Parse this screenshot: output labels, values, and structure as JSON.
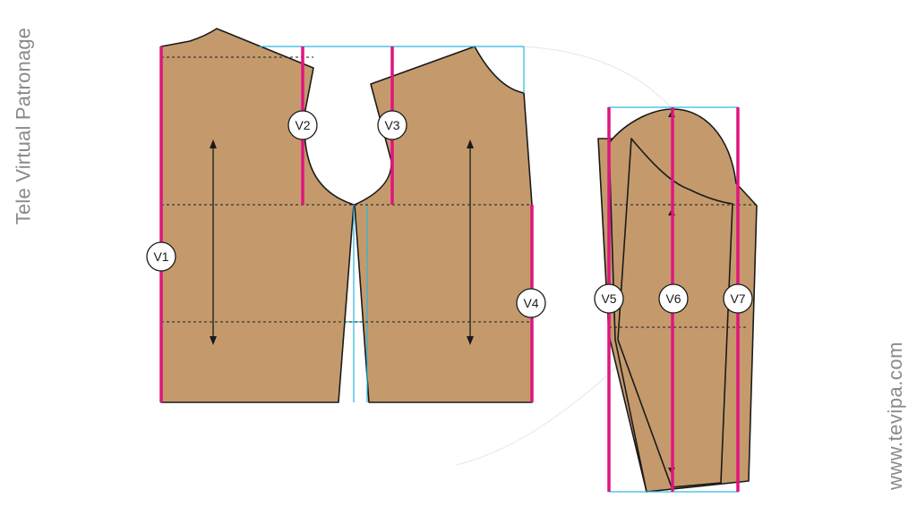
{
  "brand": {
    "left_part1": "Tele ",
    "left_part2": "Virtual ",
    "left_part3": "Patronage",
    "right": "www.tevipa.com"
  },
  "colors": {
    "fabric": "#c49a6c",
    "measure_line": "#e0157f",
    "guide": "#29b6e0",
    "outline": "#1a1a1a"
  },
  "labels": {
    "v1": "V1",
    "v2": "V2",
    "v3": "V3",
    "v4": "V4",
    "v5": "V5",
    "v6": "V6",
    "v7": "V7"
  }
}
